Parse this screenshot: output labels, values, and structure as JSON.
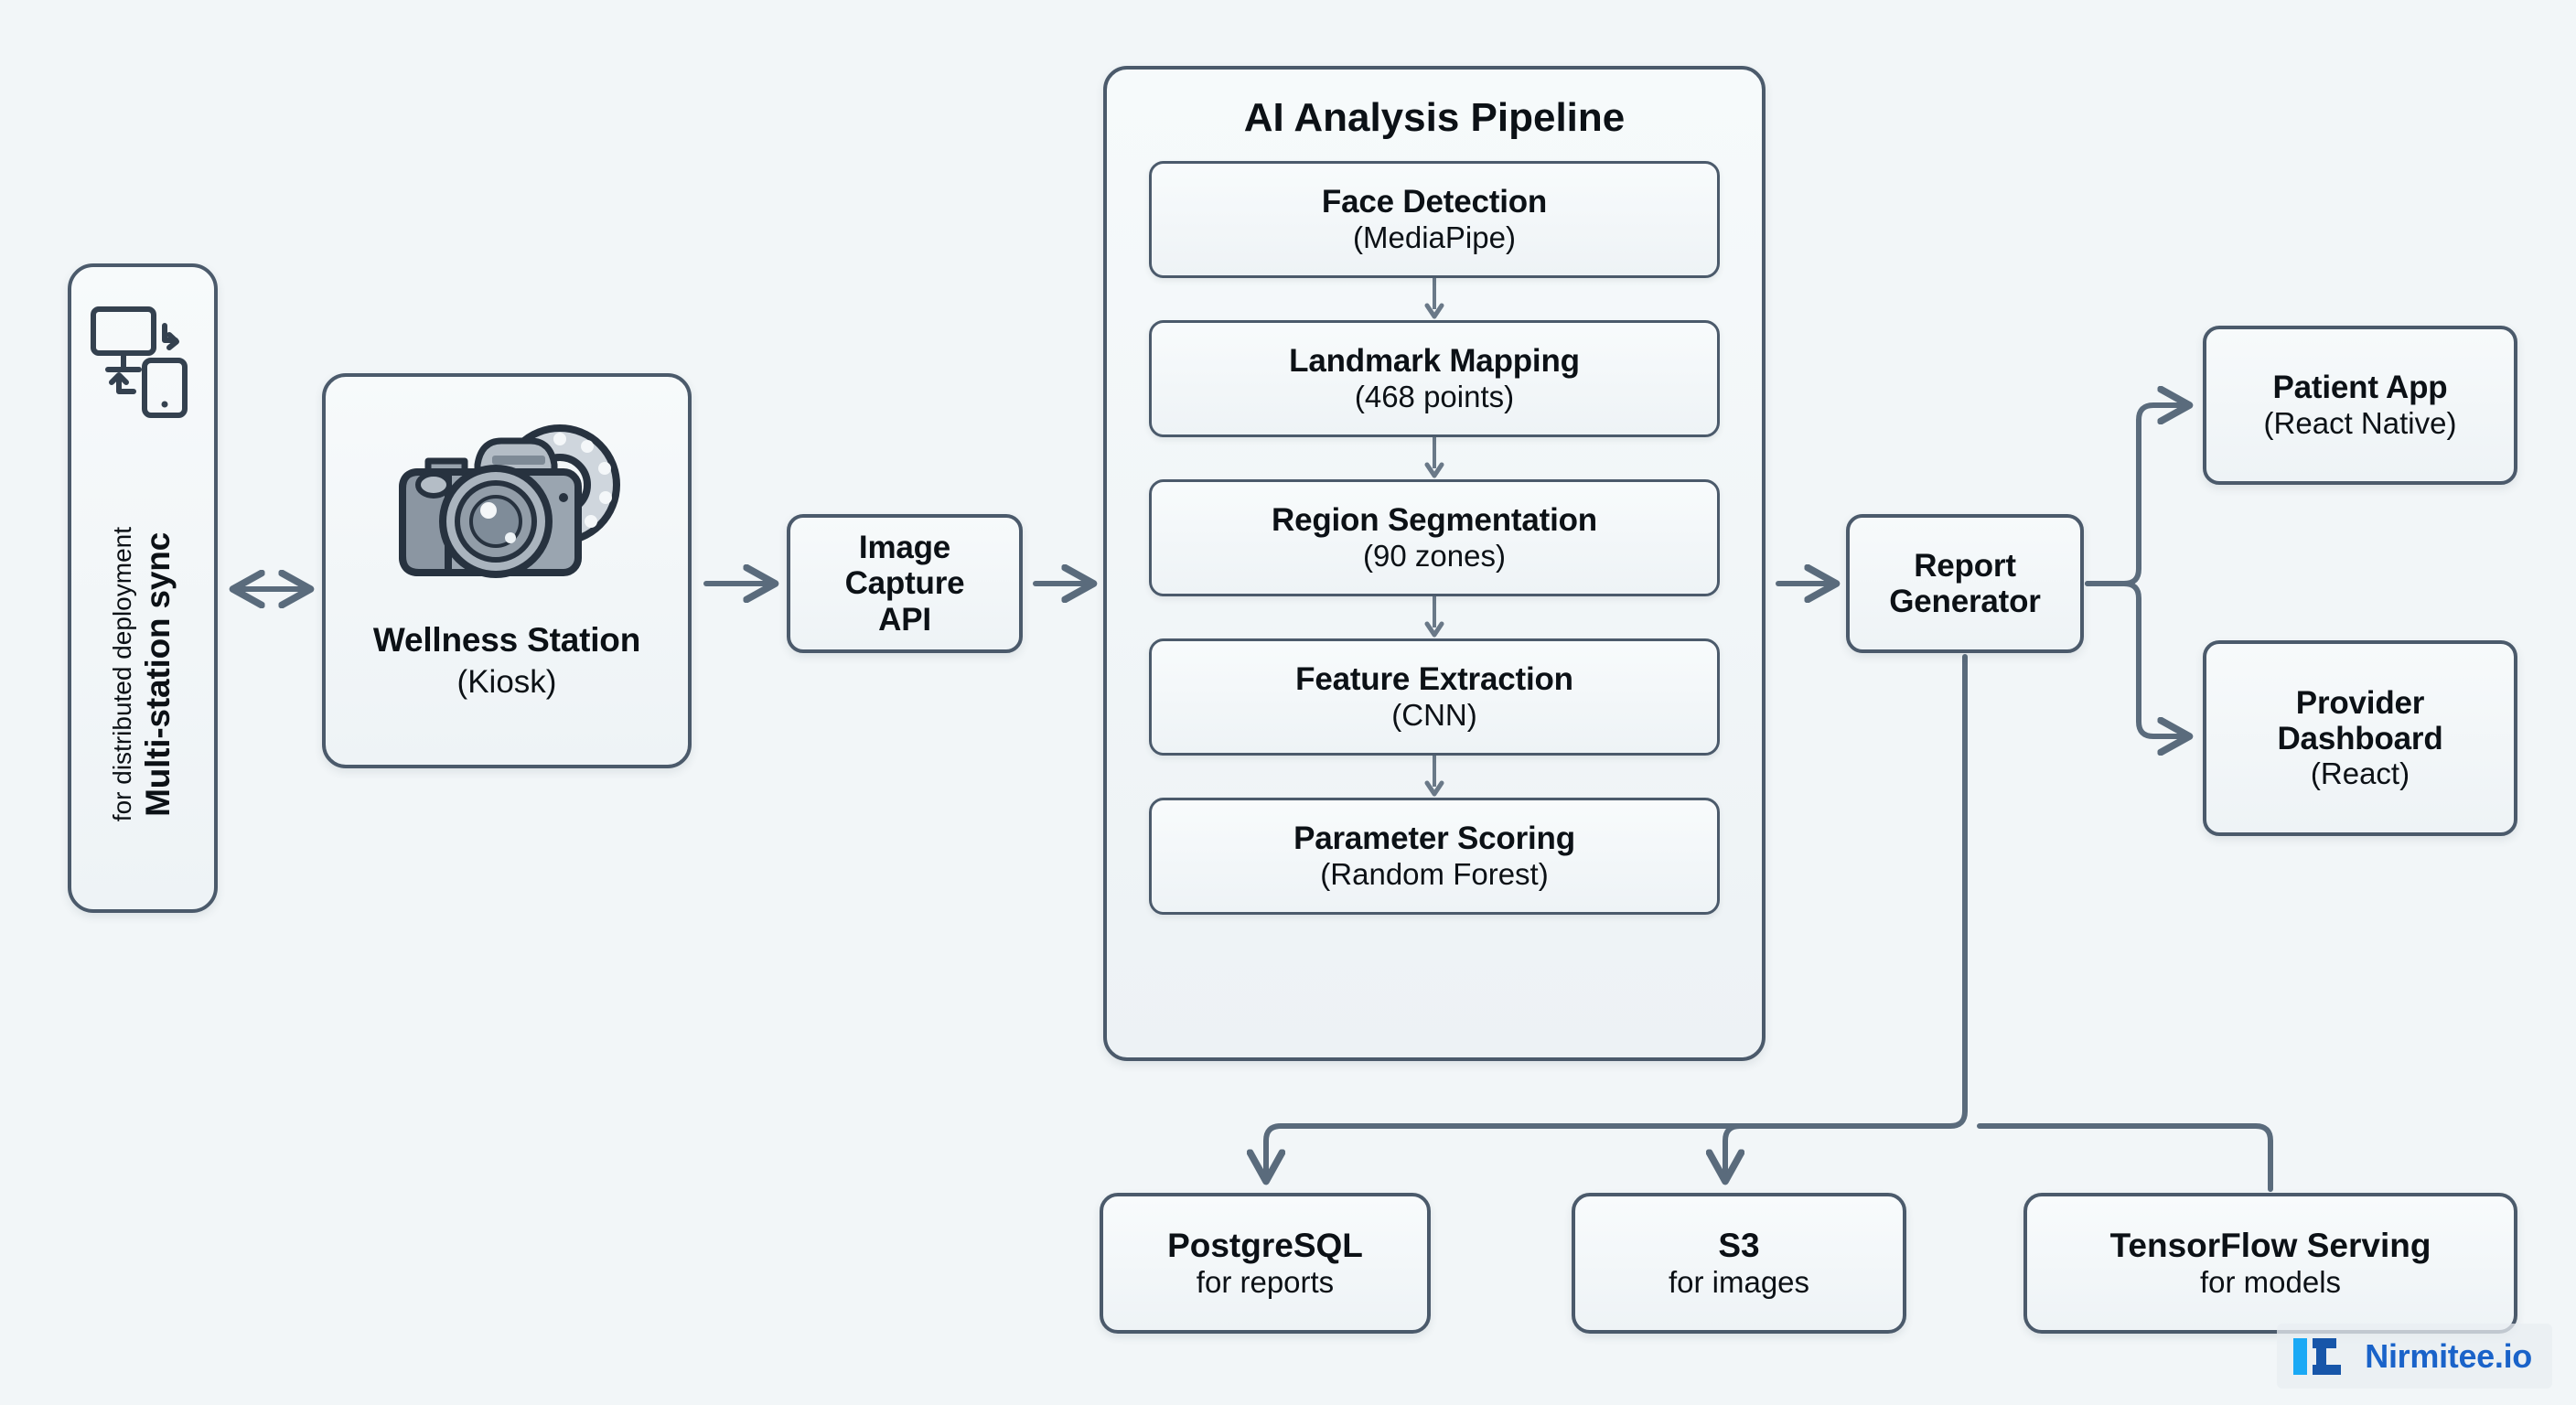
{
  "diagram": {
    "background_color": "#f2f6f8",
    "line_color": "#5a6b7c",
    "border_color": "#4b5a6b",
    "text_color": "#0c1116"
  },
  "multi_station": {
    "icon": "devices-sync-icon",
    "title": "Multi-station sync",
    "subtitle": "for distributed deployment"
  },
  "wellness_station": {
    "icon": "dslr-camera-ring-light-icon",
    "title": "Wellness Station",
    "subtitle": "(Kiosk)"
  },
  "image_capture_api": {
    "line1": "Image",
    "line2": "Capture",
    "line3": "API"
  },
  "ai_pipeline": {
    "title": "AI Analysis Pipeline",
    "stages": [
      {
        "title": "Face Detection",
        "sub": "(MediaPipe)"
      },
      {
        "title": "Landmark Mapping",
        "sub": "(468 points)"
      },
      {
        "title": "Region Segmentation",
        "sub": "(90 zones)"
      },
      {
        "title": "Feature Extraction",
        "sub": "(CNN)"
      },
      {
        "title": "Parameter Scoring",
        "sub": "(Random Forest)"
      }
    ]
  },
  "report_generator": {
    "line1": "Report",
    "line2": "Generator"
  },
  "outputs": [
    {
      "title": "Patient App",
      "sub": "(React Native)"
    },
    {
      "title": "Provider",
      "title2": "Dashboard",
      "sub": "(React)"
    }
  ],
  "patient_app": {
    "title": "Patient App",
    "sub": "(React Native)"
  },
  "provider_dashboard": {
    "title_line1": "Provider",
    "title_line2": "Dashboard",
    "sub": "(React)"
  },
  "storage": [
    {
      "title": "PostgreSQL",
      "sub": "for reports"
    },
    {
      "title": "S3",
      "sub": "for images"
    },
    {
      "title": "TensorFlow Serving",
      "sub": "for models"
    }
  ],
  "logo": {
    "wordmark": "Nirmitee.io",
    "accent_color": "#1aa9f5",
    "primary_color": "#1a63c9"
  }
}
